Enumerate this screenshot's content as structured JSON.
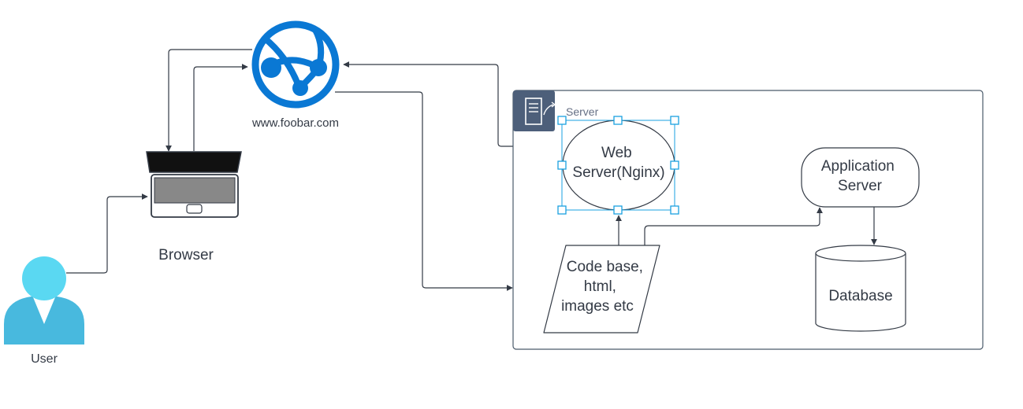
{
  "labels": {
    "user": "User",
    "browser": "Browser",
    "website": "www.foobar.com",
    "server_container": "Server",
    "web_server": [
      "Web",
      "Server(Nginx)"
    ],
    "app_server": [
      "Application",
      "Server"
    ],
    "code_base": [
      "Code base,",
      "html,",
      "images etc"
    ],
    "database": "Database"
  },
  "colors": {
    "line": "#333a45",
    "container_border": "#4a5a6a",
    "server_icon_bg": "#4d5f7a",
    "globe": "#0a78d4",
    "user_head": "#5ad8f2",
    "user_body": "#48b9de",
    "selection": "#1aa0e0",
    "laptop_screen": "#888888"
  },
  "icons": {
    "user": "user-icon",
    "browser": "laptop-icon",
    "website": "globe-icon",
    "server": "server-icon"
  }
}
